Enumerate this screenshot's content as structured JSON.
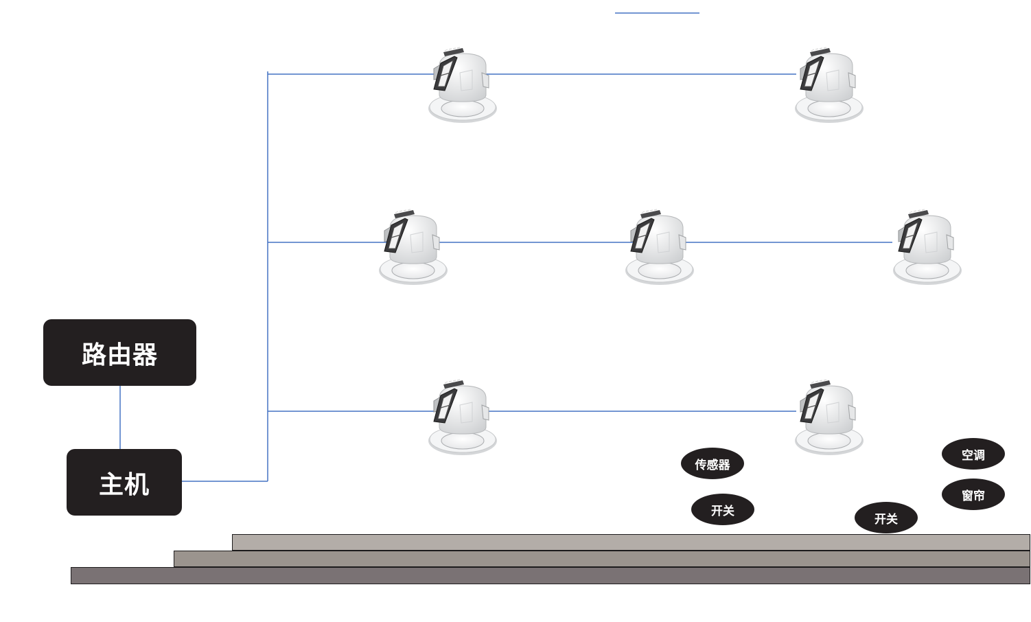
{
  "router": {
    "label": "路由器"
  },
  "host": {
    "label": "主机"
  },
  "tags": {
    "sensor": "传感器",
    "switch_a": "开关",
    "switch_b": "开关",
    "aircon": "空调",
    "curtain": "窗帘"
  },
  "icons": {
    "device": "ceiling-sensor-icon"
  },
  "colors": {
    "wire": "#4472c4",
    "box": "#231f20",
    "box_text": "#ffffff",
    "layer_top": "#b3ada8",
    "layer_mid": "#9b948e",
    "layer_bottom": "#7a7274"
  }
}
